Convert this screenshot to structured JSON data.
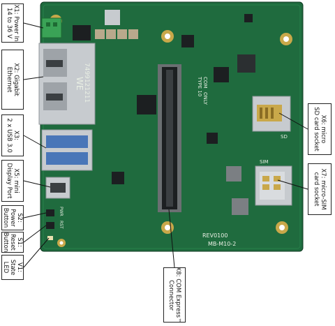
{
  "labels": {
    "x1": [
      "X1: Power In",
      "14 to 36 V"
    ],
    "x2": [
      "X2: Gigabit",
      "Ethernet"
    ],
    "x3": [
      "X3:",
      "2 x USB 3.0"
    ],
    "x5": [
      "X5: mini",
      "Display Port"
    ],
    "s2": [
      "S2:",
      "Power",
      "Button"
    ],
    "s1": [
      "S1:",
      "Reset",
      "Button"
    ],
    "v1": [
      "V1:",
      "State",
      "LED"
    ],
    "x6": [
      "X6: micro",
      "SD card socket"
    ],
    "x7": [
      "X7: micro-SIM",
      "card socket"
    ],
    "x8": [
      "X8: COM Express™",
      "Connector"
    ]
  },
  "board_text": {
    "rj45_mark": "WE",
    "rj45_code": "7499121211",
    "type": "TYPE 10",
    "compact": "COM",
    "only": "ONLY",
    "rev": "REV0100",
    "model": "MB-M10-2",
    "sd": "SD",
    "sim": "SIM",
    "pwr": "PWR",
    "rst": "RST"
  },
  "colors": {
    "pcb": "#1f6b3e",
    "pcb_dark": "#164f2d",
    "silkscreen": "#e9efe4",
    "gold": "#c9a84a",
    "metal": "#c7cbcf",
    "chip": "#1c1f21",
    "connector_green": "#3aa356"
  }
}
